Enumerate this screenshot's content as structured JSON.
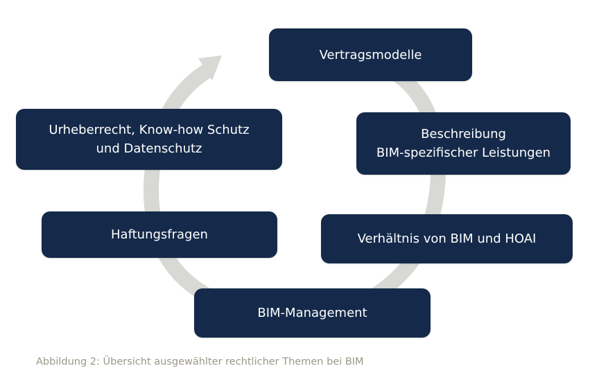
{
  "colors": {
    "node_fill": "#152a4a",
    "node_text": "#ffffff",
    "cycle_arrow": "#d8d8d5",
    "caption_text": "#9b9787"
  },
  "nodes": {
    "vertragsmodelle": {
      "line1": "Vertragsmodelle"
    },
    "beschreibung": {
      "line1": "Beschreibung",
      "line2": "BIM-spezifischer Leistungen"
    },
    "verhaeltnis": {
      "line1": "Verhältnis von BIM und HOAI"
    },
    "bim_management": {
      "line1": "BIM-Management"
    },
    "haftungsfragen": {
      "line1": "Haftungsfragen"
    },
    "urheberrecht": {
      "line1": "Urheberrecht, Know-how Schutz",
      "line2": "und Datenschutz"
    }
  },
  "cycle": {
    "arrow_icon": "cycle-arrow-icon",
    "direction": "clockwise"
  },
  "caption": "Abbildung 2: Übersicht ausgewählter rechtlicher Themen bei BIM"
}
